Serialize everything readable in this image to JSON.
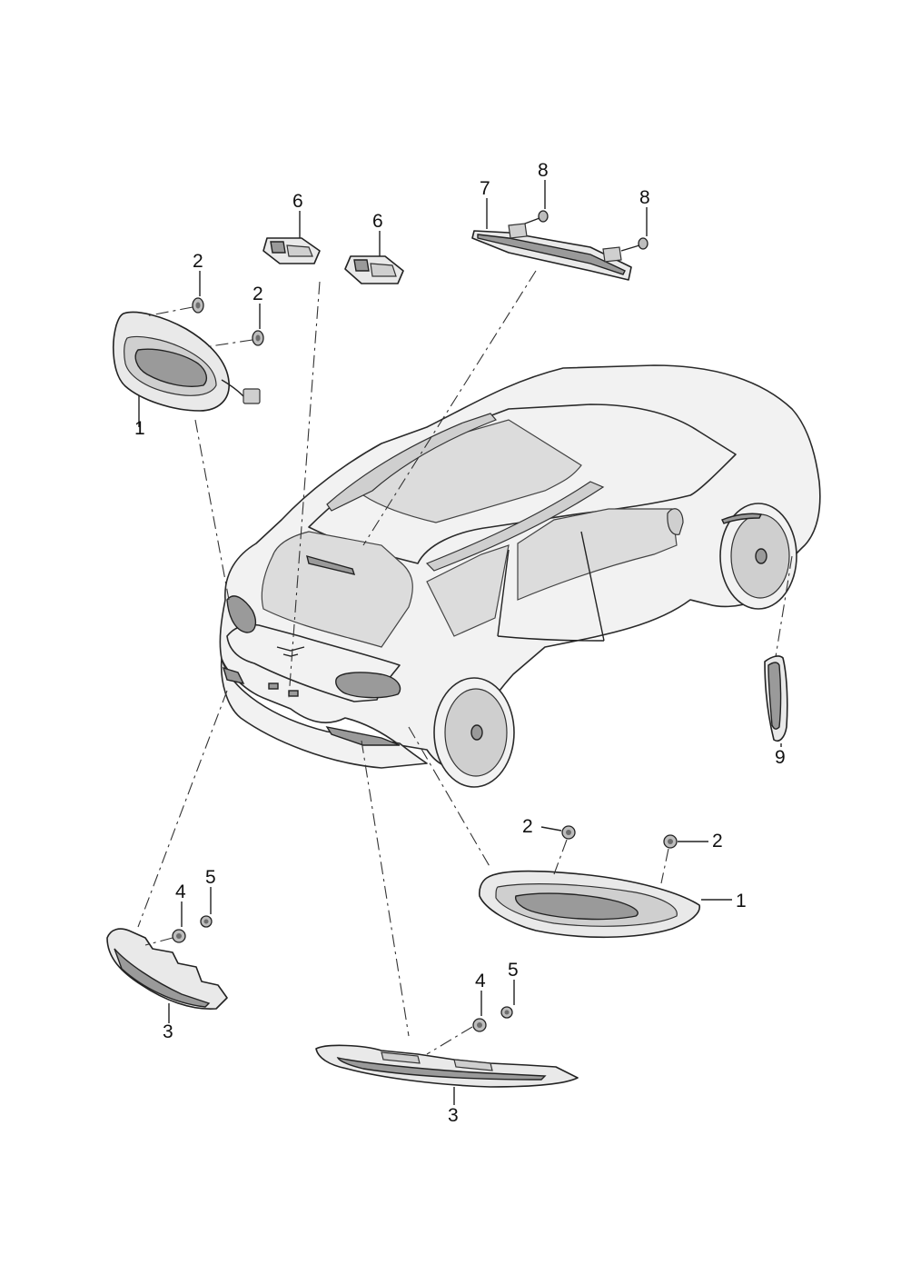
{
  "callouts": {
    "c1a": "1",
    "c1b": "1",
    "c2a": "2",
    "c2b": "2",
    "c2c": "2",
    "c2d": "2",
    "c3a": "3",
    "c3b": "3",
    "c4a": "4",
    "c4b": "4",
    "c5a": "5",
    "c5b": "5",
    "c6a": "6",
    "c6b": "6",
    "c7": "7",
    "c8a": "8",
    "c8b": "8",
    "c9": "9"
  },
  "colors": {
    "line": "#222222",
    "part_fill": "#e9e9e9",
    "lens_dark": "#9a9a9a",
    "background": "#ffffff"
  }
}
